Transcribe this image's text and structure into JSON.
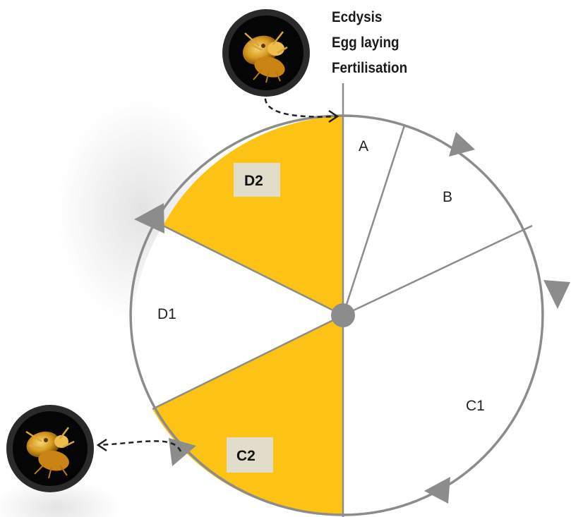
{
  "events": {
    "line1": "Ecdysis",
    "line2": "Egg laying",
    "line3": "Fertilisation"
  },
  "stages": [
    {
      "id": "A",
      "label": "A",
      "highlighted": false
    },
    {
      "id": "B",
      "label": "B",
      "highlighted": false
    },
    {
      "id": "C1",
      "label": "C1",
      "highlighted": false
    },
    {
      "id": "C2",
      "label": "C2",
      "highlighted": true
    },
    {
      "id": "D1",
      "label": "D1",
      "highlighted": false
    },
    {
      "id": "D2",
      "label": "D2",
      "highlighted": true
    }
  ],
  "icons": [
    "copepod-icon-top",
    "copepod-icon-bottom"
  ],
  "colors": {
    "highlight": "#FDC314",
    "outline": "#8C8C8C",
    "label_box": "#E2DCCB",
    "text": "#222222"
  }
}
